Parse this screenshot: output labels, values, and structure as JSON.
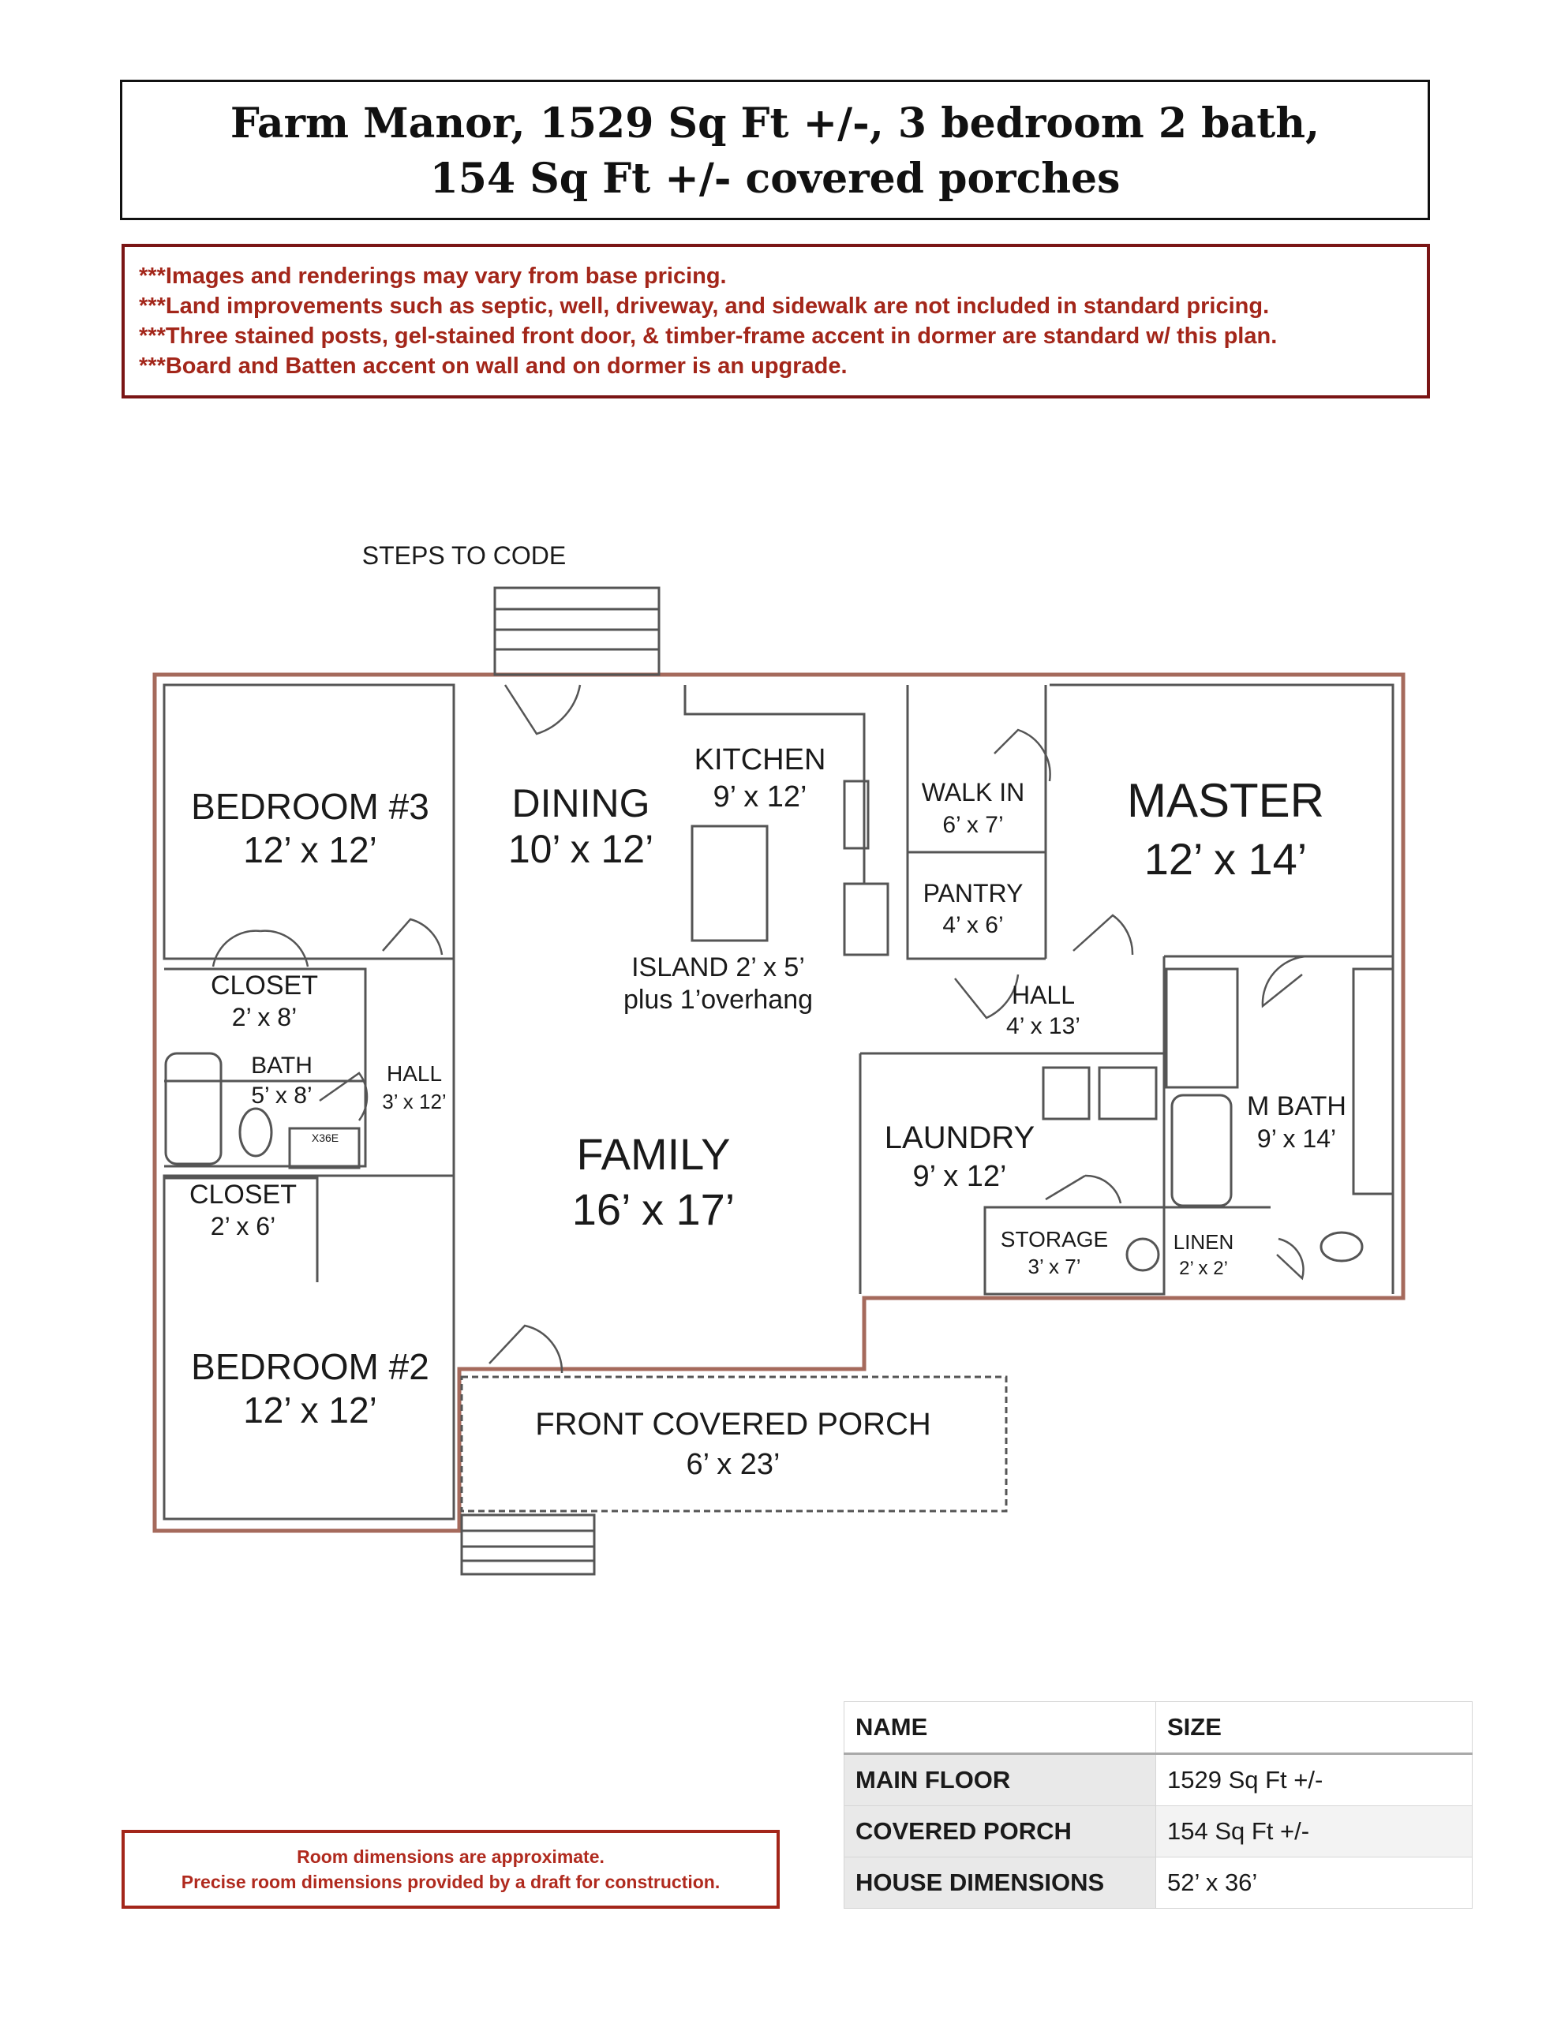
{
  "header": {
    "title_line1": "Farm Manor, 1529 Sq Ft +/-, 3 bedroom 2 bath,",
    "title_line2": "154 Sq Ft +/- covered porches"
  },
  "notes": [
    "***Images and renderings may vary from base pricing.",
    "***Land improvements such as septic, well, driveway, and sidewalk are not included in standard pricing.",
    "***Three stained posts, gel-stained front door, & timber-frame accent in dormer are standard w/ this plan.",
    "***Board and Batten accent on wall and on dormer is an upgrade."
  ],
  "plan": {
    "steps_label": "STEPS TO CODE",
    "rooms": {
      "bedroom3": {
        "name": "BEDROOM #3",
        "size": "12’ x 12’"
      },
      "closet_top": {
        "name": "CLOSET",
        "size": "2’ x 8’"
      },
      "bath": {
        "name": "BATH",
        "size": "5’ x 8’"
      },
      "hall_left": {
        "name": "HALL",
        "size": "3’ x 12’"
      },
      "closet_bottom": {
        "name": "CLOSET",
        "size": "2’ x 6’"
      },
      "bedroom2": {
        "name": "BEDROOM #2",
        "size": "12’ x 12’"
      },
      "dining": {
        "name": "DINING",
        "size": "10’ x 12’"
      },
      "kitchen": {
        "name": "KITCHEN",
        "size": "9’ x 12’"
      },
      "island": {
        "name": "ISLAND 2’ x 5’",
        "size": "plus 1’overhang"
      },
      "family": {
        "name": "FAMILY",
        "size": "16’ x 17’"
      },
      "walkin": {
        "name": "WALK IN",
        "size": "6’ x 7’"
      },
      "pantry": {
        "name": "PANTRY",
        "size": "4’ x 6’"
      },
      "hall_center": {
        "name": "HALL",
        "size": "4’ x 13’"
      },
      "master": {
        "name": "MASTER",
        "size": "12’ x 14’"
      },
      "laundry": {
        "name": "LAUNDRY",
        "size": "9’ x 12’"
      },
      "storage": {
        "name": "STORAGE",
        "size": "3’ x 7’"
      },
      "linen": {
        "name": "LINEN",
        "size": "2’ x 2’"
      },
      "mbath": {
        "name": "M BATH",
        "size": "9’ x 14’"
      },
      "porch": {
        "name": "FRONT COVERED PORCH",
        "size": "6’ x 23’"
      }
    },
    "fixture_mark": "X36E",
    "colors": {
      "wall": "#a56a5c",
      "outline": "#555555"
    }
  },
  "disclaimer": {
    "line1": "Room dimensions are approximate.",
    "line2": "Precise room dimensions provided by a draft for construction."
  },
  "specs": {
    "headers": [
      "NAME",
      "SIZE"
    ],
    "rows": [
      {
        "name": "MAIN FLOOR",
        "size": "1529 Sq Ft +/-"
      },
      {
        "name": "COVERED PORCH",
        "size": "154 Sq Ft +/-"
      },
      {
        "name": "HOUSE DIMENSIONS",
        "size": "52’ x 36’"
      }
    ]
  }
}
